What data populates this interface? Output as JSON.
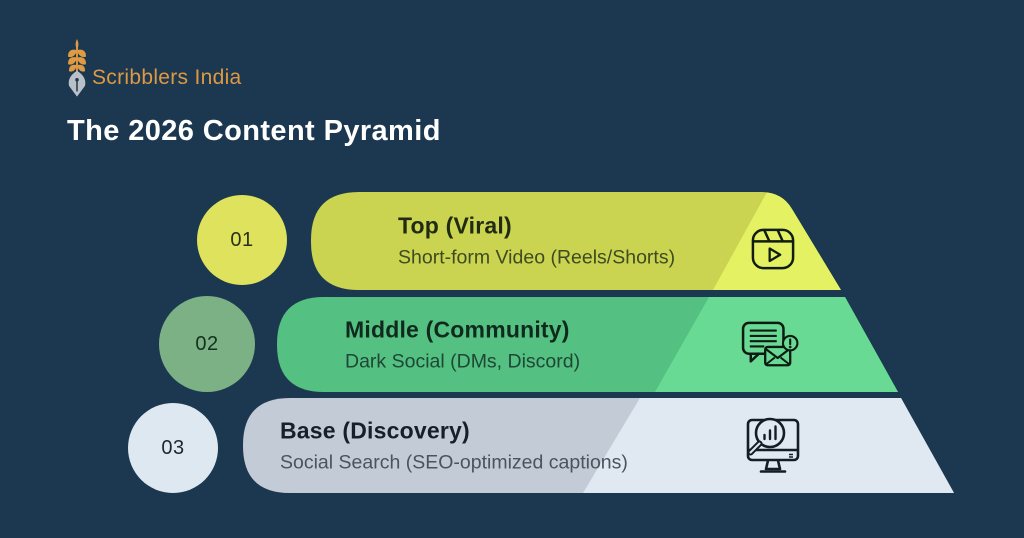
{
  "brand": {
    "name": "Scribblers India"
  },
  "title": "The 2026 Content Pyramid",
  "pyramid": {
    "layers": [
      {
        "number": "01",
        "title": "Top (Viral)",
        "subtitle": "Short-form Video (Reels/Shorts)",
        "icon": "reels-video-icon",
        "bar_color": "#cbd451",
        "highlight_color": "#e4f163",
        "badge_color": "#dee25c"
      },
      {
        "number": "02",
        "title": "Middle (Community)",
        "subtitle": "Dark Social (DMs, Discord)",
        "icon": "chat-message-alert-icon",
        "bar_color": "#54c081",
        "highlight_color": "#68da94",
        "badge_color": "#7bb184"
      },
      {
        "number": "03",
        "title": "Base (Discovery)",
        "subtitle": "Social Search (SEO-optimized captions)",
        "icon": "search-analytics-monitor-icon",
        "bar_color": "#c3ccd6",
        "highlight_color": "#e0e9f1",
        "badge_color": "#dde8f0"
      }
    ]
  },
  "colors": {
    "background": "#1c3850",
    "brand_orange": "#dd9943",
    "title_text": "#ffffff"
  }
}
